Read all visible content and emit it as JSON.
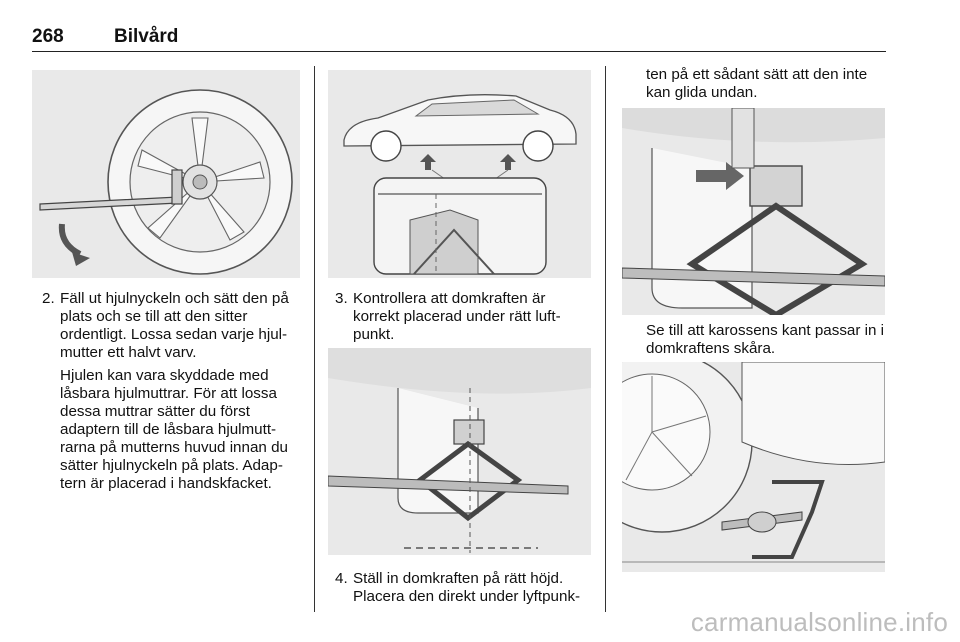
{
  "header": {
    "page_number": "268",
    "section_title": "Bilvård"
  },
  "left": {
    "step2": {
      "number": "2.",
      "text": "Fäll ut hjulnyckeln och sätt den på plats och se till att den sitter ordentligt. Lossa sedan varje hjul-mutter ett halvt varv."
    },
    "note": "Hjulen kan vara skyddade med låsbara hjulmuttrar. För att lossa dessa muttrar sätter du först adaptern till de låsbara hjulmutt-rarna på mutterns huvud innan du sätter hjulnyckeln på plats. Adap-tern är placerad i handskfacket."
  },
  "middle": {
    "step3": {
      "number": "3.",
      "text": "Kontrollera att domkraften är korrekt placerad under rätt luft-punkt."
    },
    "step4": {
      "number": "4.",
      "text": "Ställ in domkraften på rätt höjd. Placera den direkt under lyftpunk-"
    }
  },
  "right": {
    "continuation": "ten på ett sådant sätt att den inte kan glida undan.",
    "note": "Se till att karossens kant passar in i domkraftens skåra."
  },
  "watermark": "carmanualsonline.info"
}
